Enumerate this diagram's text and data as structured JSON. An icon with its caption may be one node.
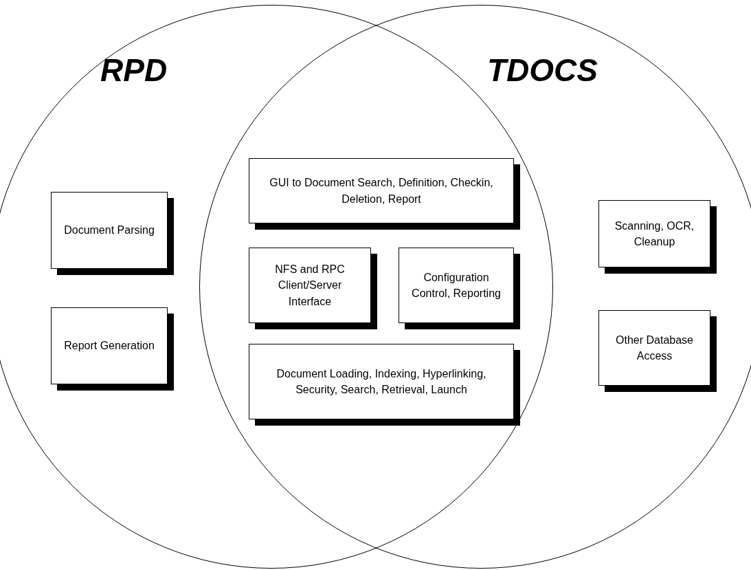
{
  "diagram": {
    "nodes": [
      {
        "text": [
          "RPD"
        ]
      },
      {
        "text": [
          "TDOCS"
        ]
      },
      {
        "text": [
          "Document Parsing"
        ],
        "in": 0
      },
      {
        "text": [
          "Report Generation"
        ],
        "in": 0
      },
      {
        "text": [
          "GUI to Document Search, Definition, Checkin, Deletion, Report"
        ]
      },
      {
        "text": [
          "NFS and RPC Client/Server Interface"
        ]
      },
      {
        "text": [
          "Configuration Control, Reporting"
        ]
      },
      {
        "text": [
          "Document Loading, Indexing, Hyperlinking, Security, Search, Retrieval, Launch"
        ]
      },
      {
        "text": [
          "Scanning, OCR, Cleanup"
        ],
        "in": 1
      },
      {
        "text": [
          "Other Database Access"
        ],
        "in": 1
      }
    ],
    "edges": []
  }
}
